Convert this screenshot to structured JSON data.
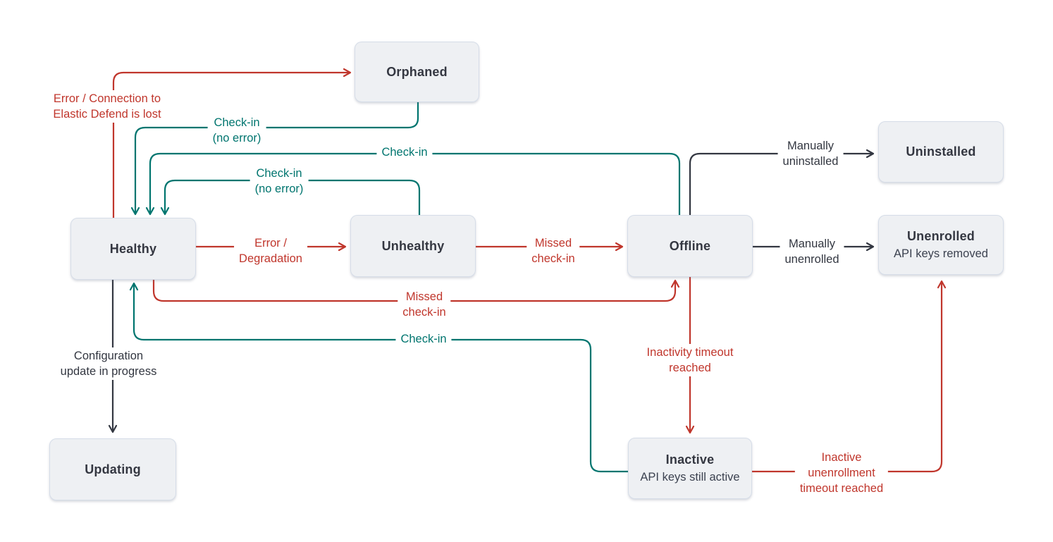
{
  "colors": {
    "red": "#c0362c",
    "teal": "#00756f",
    "dark": "#333741",
    "box_fill": "#eef0f3",
    "box_border": "#d6dde8"
  },
  "states": {
    "orphaned": {
      "label": "Orphaned"
    },
    "healthy": {
      "label": "Healthy"
    },
    "unhealthy": {
      "label": "Unhealthy"
    },
    "offline": {
      "label": "Offline"
    },
    "uninstalled": {
      "label": "Uninstalled"
    },
    "unenrolled": {
      "label": "Unenrolled",
      "sublabel": "API keys removed"
    },
    "updating": {
      "label": "Updating"
    },
    "inactive": {
      "label": "Inactive",
      "sublabel": "API keys still active"
    }
  },
  "edges": {
    "error_connection_lost": {
      "label": "Error / Connection to\nElastic Defend is lost",
      "color": "red"
    },
    "checkin_no_error_orphaned": {
      "label": "Check-in\n(no error)",
      "color": "teal"
    },
    "checkin_offline": {
      "label": "Check-in",
      "color": "teal"
    },
    "checkin_no_error_unhealthy": {
      "label": "Check-in\n(no error)",
      "color": "teal"
    },
    "error_degradation": {
      "label": "Error /\nDegradation",
      "color": "red"
    },
    "missed_checkin_1": {
      "label": "Missed\ncheck-in",
      "color": "red"
    },
    "missed_checkin_2": {
      "label": "Missed\ncheck-in",
      "color": "red"
    },
    "checkin_inactive": {
      "label": "Check-in",
      "color": "teal"
    },
    "config_update": {
      "label": "Configuration\nupdate in progress",
      "color": "dark"
    },
    "manually_uninstalled": {
      "label": "Manually\nuninstalled",
      "color": "dark"
    },
    "manually_unenrolled": {
      "label": "Manually\nunenrolled",
      "color": "dark"
    },
    "inactivity_timeout": {
      "label": "Inactivity timeout\nreached",
      "color": "red"
    },
    "inactive_unenrollment": {
      "label": "Inactive\nunenrollment\ntimeout reached",
      "color": "red"
    }
  }
}
